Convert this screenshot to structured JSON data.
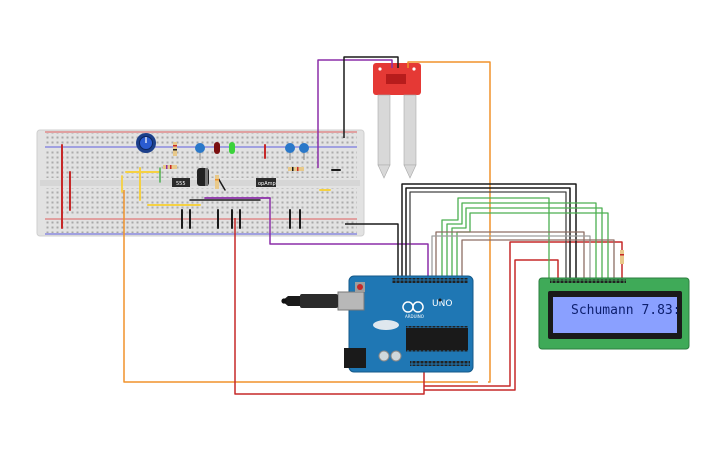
{
  "lcd": {
    "text": "Schumann 7.83:"
  },
  "arduino": {
    "model": "UNO",
    "brand": "ARDUINO"
  },
  "breadboard": {
    "chip1_label": "555",
    "chip2_label": "opAmp"
  },
  "colors": {
    "breadboard": "#e2e2e2",
    "arduino_board": "#1f77b4",
    "lcd_bezel": "#3faa58",
    "lcd_screen": "#8aa0ff",
    "sensor": "#e53935",
    "wire_orange": "#f0922b",
    "wire_purple": "#8b2fa8",
    "wire_red": "#c62828",
    "wire_black": "#1a1a1a",
    "wire_green": "#4caf50",
    "wire_brown": "#8d6e63",
    "wire_yellow": "#f5d142"
  }
}
